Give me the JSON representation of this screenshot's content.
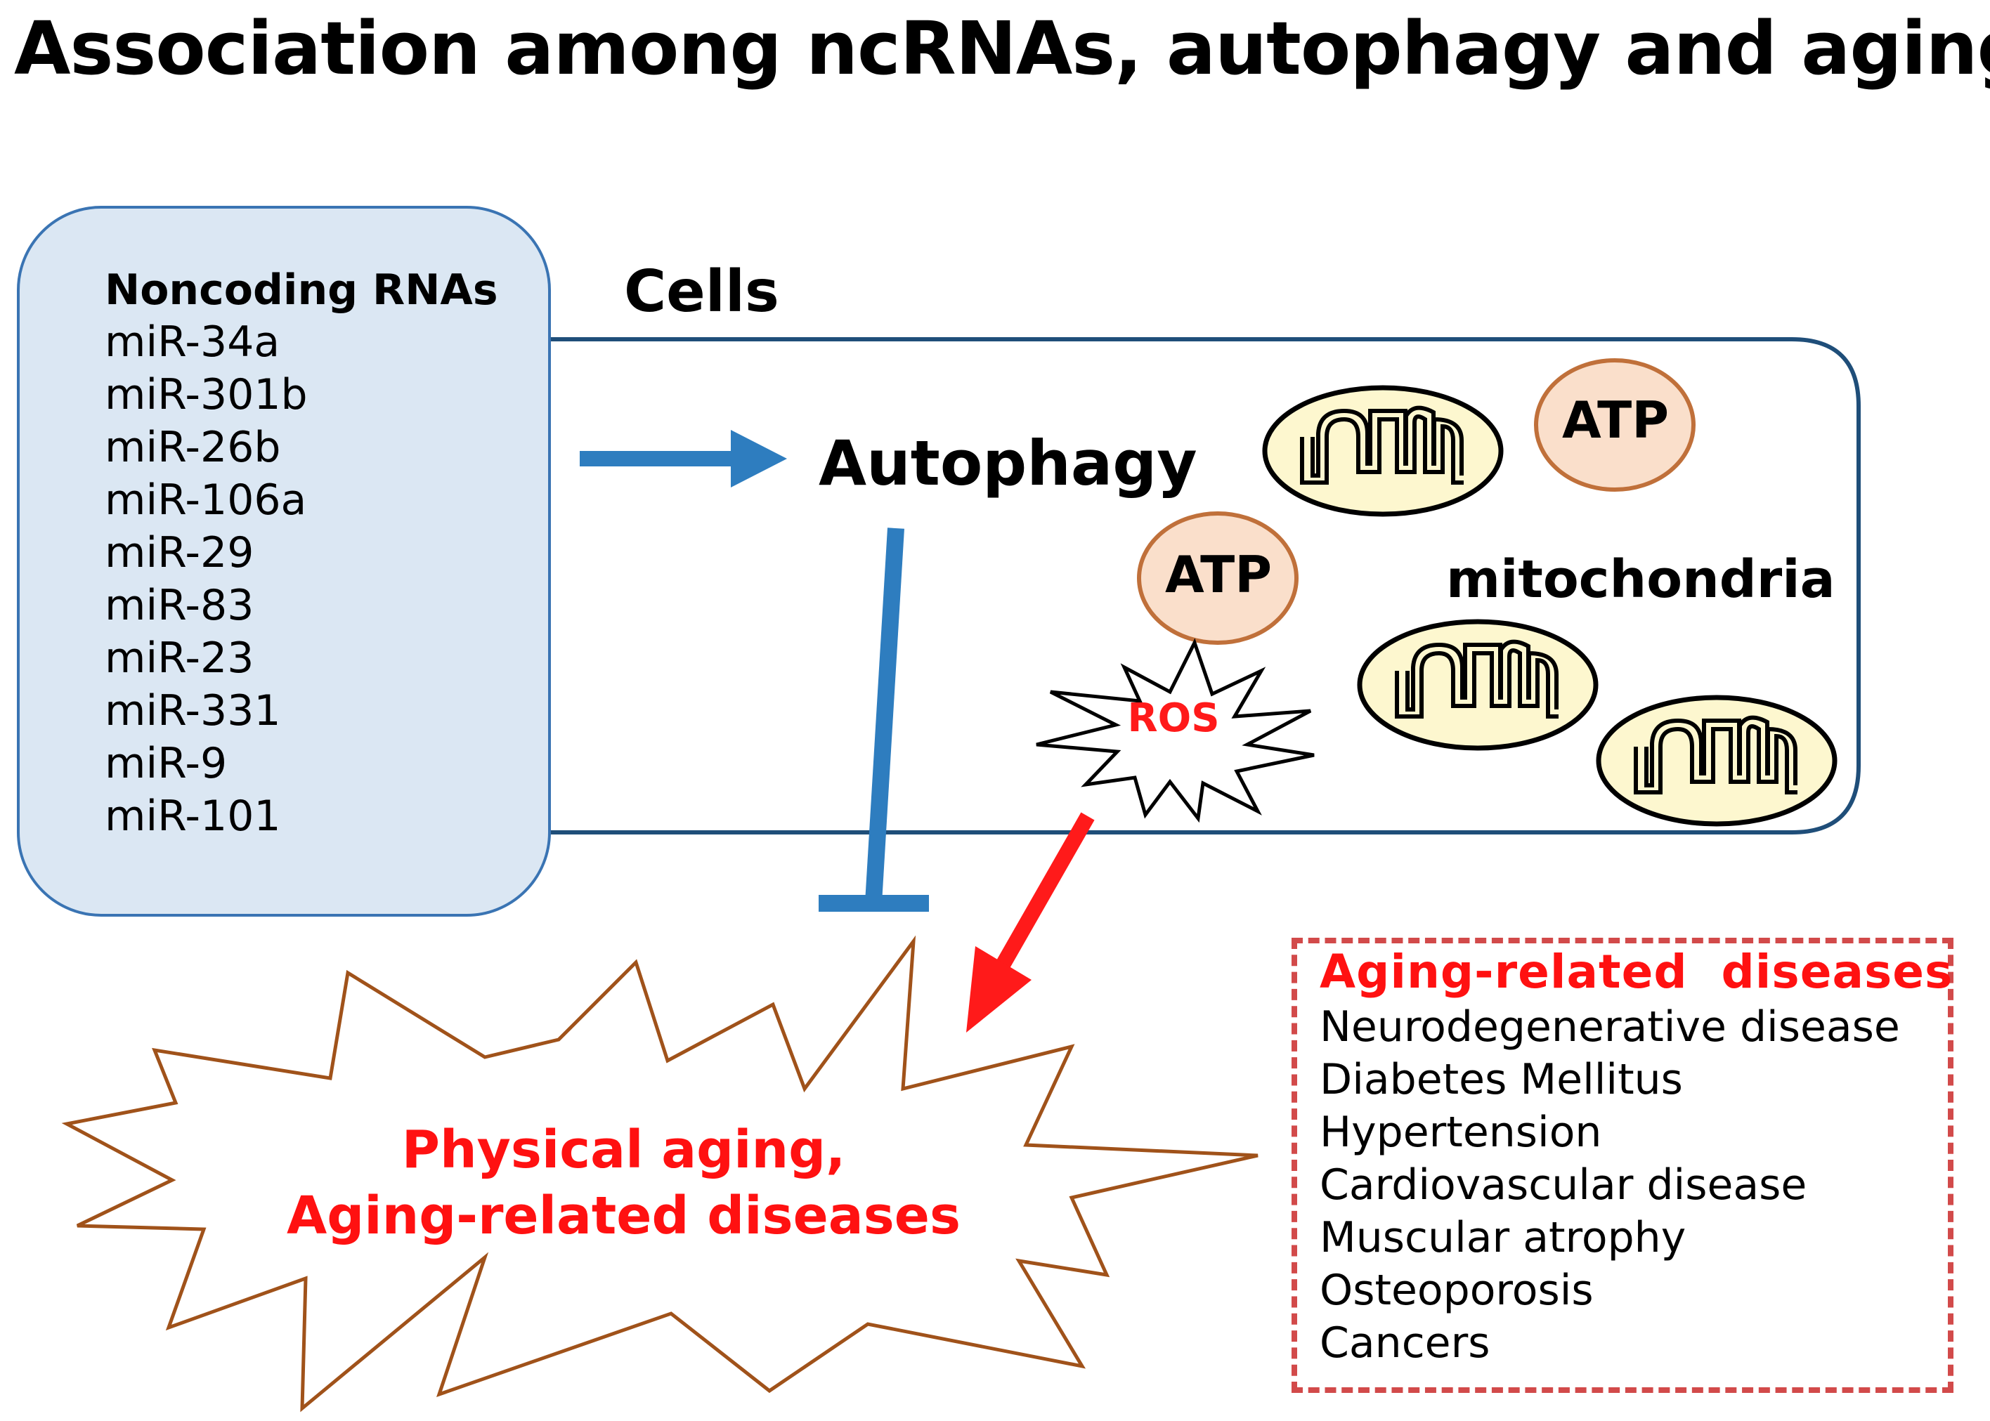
{
  "title": "Association among ncRNAs, autophagy and aging",
  "noncoding_rnas": {
    "heading": "Noncoding RNAs",
    "items": [
      "miR-34a",
      "miR-301b",
      "miR-26b",
      "miR-106a",
      "miR-29",
      "miR-83",
      "miR-23",
      "miR-331",
      "miR-9",
      "miR-101"
    ]
  },
  "cells": {
    "label": "Cells"
  },
  "autophagy": {
    "label": "Autophagy"
  },
  "mitochondria": {
    "label": "mitochondria"
  },
  "atp": {
    "label_1": "ATP",
    "label_2": "ATP"
  },
  "ros": {
    "label": "ROS"
  },
  "aging_burst": {
    "line1": "Physical aging,",
    "line2": "Aging-related diseases"
  },
  "diseases": {
    "heading": "Aging-related  diseases",
    "items": [
      "Neurodegenerative disease",
      "Diabetes Mellitus",
      "Hypertension",
      "Cardiovascular disease",
      "Muscular atrophy",
      "Osteoporosis",
      "Cancers"
    ]
  },
  "colors": {
    "rna_box_fill": "#dbe7f3",
    "cell_border": "#1f4e79",
    "arrow_blue": "#2e7dbf",
    "arrow_red": "#ff1a1a",
    "atp_fill": "#fadfcb",
    "atp_border": "#c0703a",
    "mito_fill": "#fdf7cf",
    "burst_stroke": "#a0521a",
    "red_text": "#ff1111",
    "disease_border": "#d24a4a"
  },
  "icons": [
    "mitochondrion-icon",
    "atp-circle",
    "ros-burst",
    "aging-burst",
    "inhibition-bar"
  ]
}
